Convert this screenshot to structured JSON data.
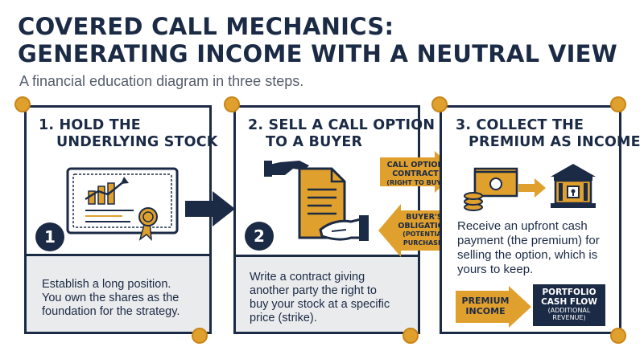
{
  "header": {
    "title_line1": "COVERED CALL MECHANICS:",
    "title_line2": "GENERATING INCOME WITH A NEUTRAL VIEW",
    "subtitle": "A financial education diagram in three steps."
  },
  "steps": [
    {
      "number": "1",
      "title_line1": "1. HOLD THE",
      "title_line2": "UNDERLYING STOCK",
      "desc_lines": [
        "Establish a long position.",
        "You own the shares as the",
        "foundation for the strategy."
      ]
    },
    {
      "number": "2",
      "title_line1": "2. SELL A CALL OPTION",
      "title_line2": "TO A BUYER",
      "desc_lines": [
        "Write a contract giving",
        "another party the right to",
        "buy your stock at a specific",
        "price (strike)."
      ],
      "arrow_right": {
        "line1": "CALL OPTION",
        "line2": "CONTRACT",
        "line3": "(RIGHT TO BUY)"
      },
      "arrow_left": {
        "line1": "BUYER'S",
        "line2": "OBLIGATION",
        "line3": "(POTENTIAL",
        "line4": "PURCHASE)"
      }
    },
    {
      "number": "3",
      "title_line1": "3. COLLECT THE",
      "title_line2": "PREMIUM AS INCOME",
      "desc_lines": [
        "Receive an upfront cash",
        "payment (the premium) for",
        "selling the option, which is",
        "yours to keep."
      ],
      "premium_arrow": {
        "line1": "PREMIUM",
        "line2": "INCOME"
      },
      "cashflow_box": {
        "line1": "PORTFOLIO",
        "line2": "CASH FLOW",
        "line3": "(ADDITIONAL",
        "line4": "REVENUE)"
      }
    }
  ],
  "colors": {
    "navy": "#1b2a45",
    "gold": "#e0a02d",
    "panel_gray": "#eaebec"
  },
  "icons": [
    "stock-certificate-icon",
    "contract-handoff-icon",
    "cash-stack-icon",
    "bank-vault-icon"
  ]
}
